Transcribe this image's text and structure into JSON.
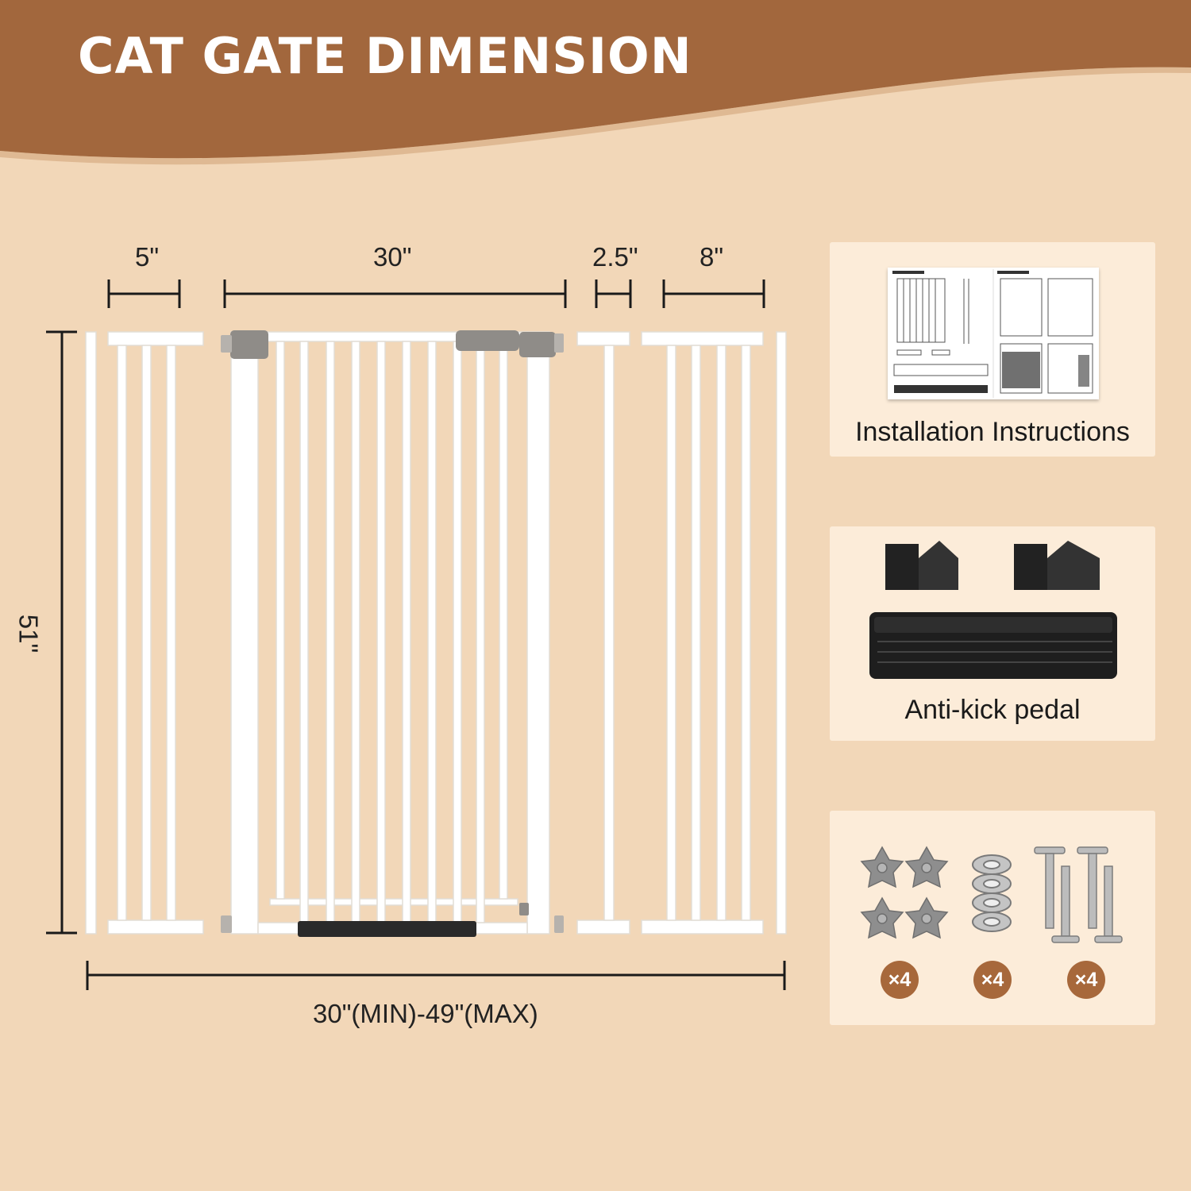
{
  "page": {
    "title": "CAT GATE DIMENSION"
  },
  "dimensions": {
    "ext_5": "5\"",
    "gate_30": "30\"",
    "ext_2_5": "2.5\"",
    "ext_8": "8\"",
    "height_51": "51\"",
    "total_width": "30\"(MIN)-49\"(MAX)"
  },
  "cards": {
    "instructions": {
      "label": "Installation Instructions"
    },
    "pedal": {
      "label": "Anti-kick pedal"
    },
    "hardware": {
      "qty_nuts": "×4",
      "qty_washers": "×4",
      "qty_bolts": "×4"
    }
  },
  "colors": {
    "background": "#f2d7b8",
    "header": "#a2673d",
    "card": "#fcecd9",
    "badge": "#a7683b",
    "gate": "#ffffff",
    "hinge_gray": "#8f8c88",
    "pedal_black": "#222222"
  }
}
